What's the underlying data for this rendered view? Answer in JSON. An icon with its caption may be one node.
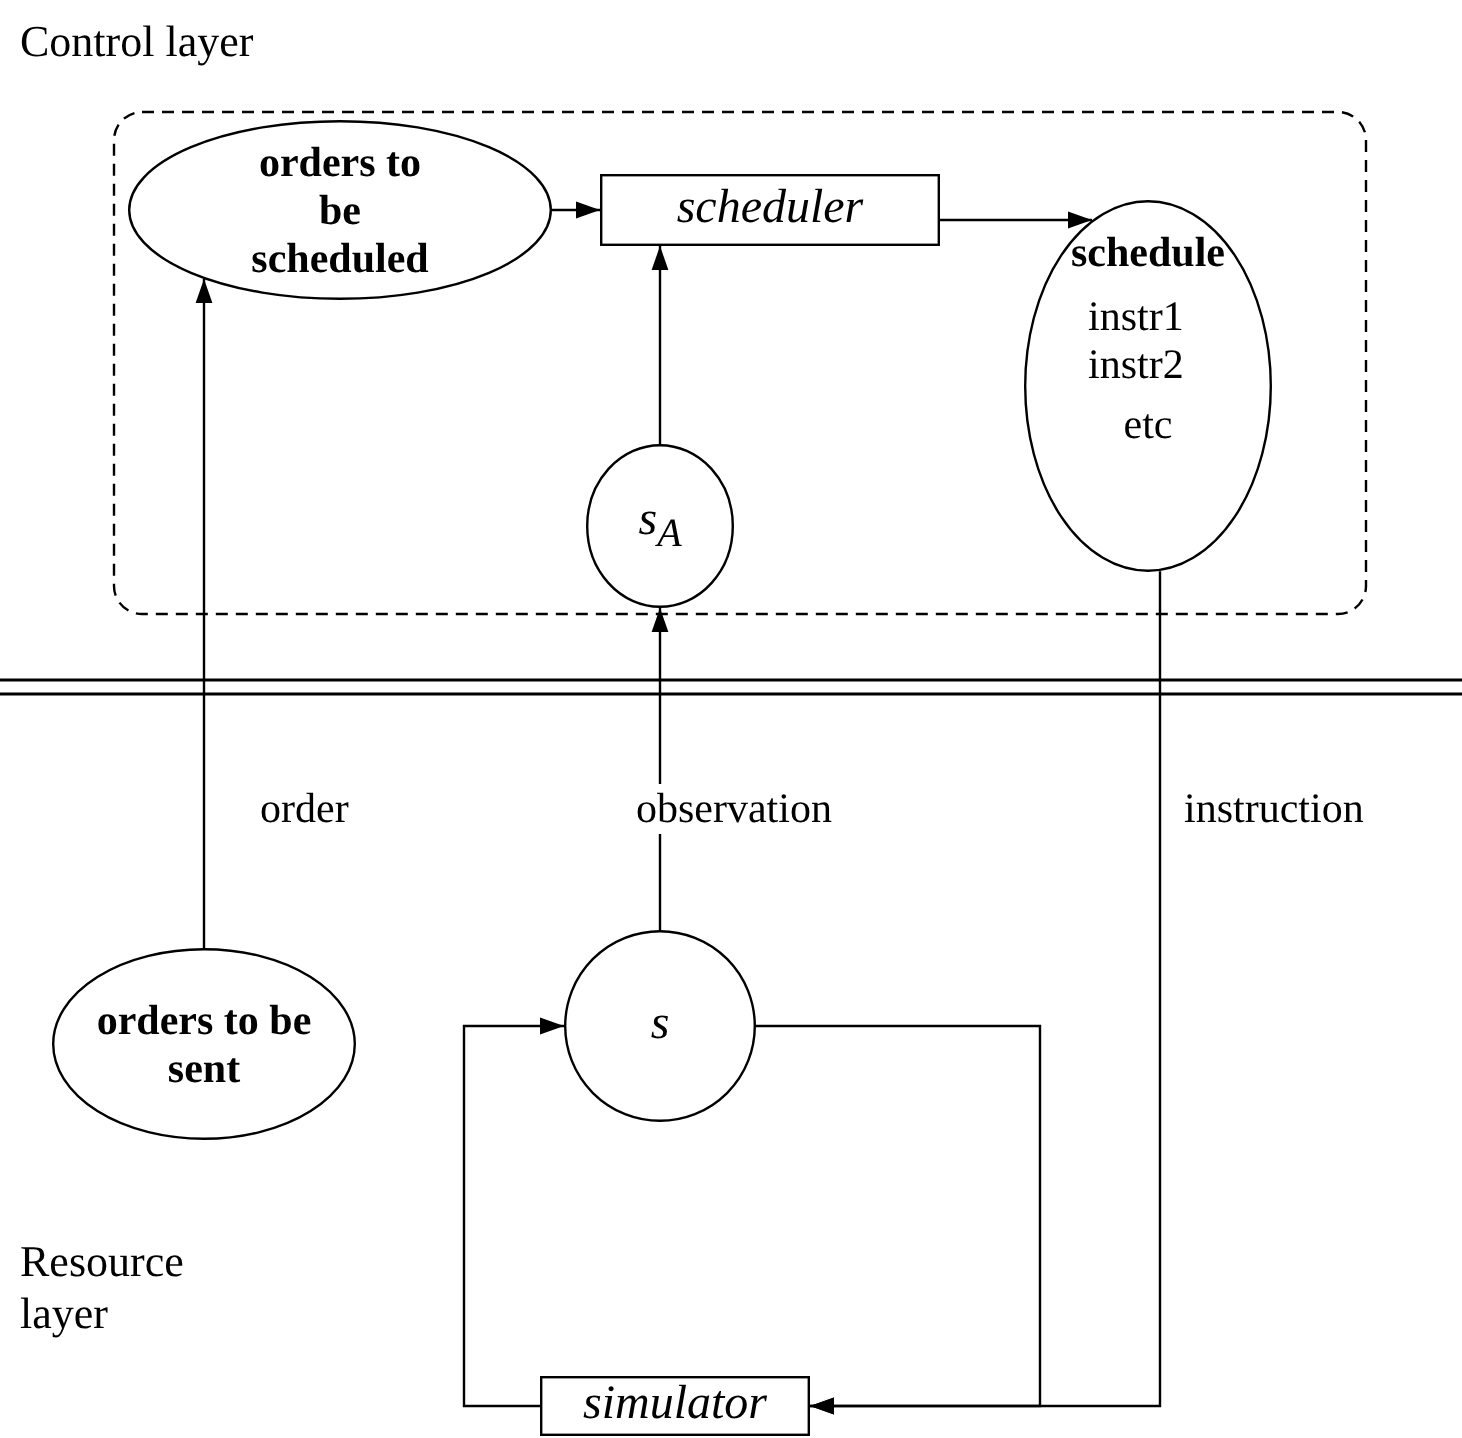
{
  "diagram": {
    "nodes": [
      {
        "text": [
          "Control layer"
        ]
      },
      {
        "text": [
          "orders to be scheduled"
        ],
        "in": 0
      },
      {
        "text": [
          "scheduler"
        ],
        "in": 0
      },
      {
        "text": [
          "schedule",
          "instr1 instr2",
          "etc"
        ],
        "in": 0
      },
      {
        "text": [
          "s$_{A}$"
        ],
        "in": 0
      },
      {
        "text": [
          "orders to be sent"
        ]
      },
      {
        "text": [
          "s"
        ]
      },
      {
        "text": [
          "simulator"
        ]
      }
    ],
    "edges": [
      {
        "from": 1,
        "to": 2,
        "arrow": "to"
      },
      {
        "from": 2,
        "to": 3,
        "arrow": "to"
      },
      {
        "from": 4,
        "to": 2,
        "arrow": "to"
      },
      {
        "from": 5,
        "to": 1,
        "label": "order",
        "arrow": "to"
      },
      {
        "from": 6,
        "to": 4,
        "label": "observation",
        "arrow": "to"
      },
      {
        "from": 3,
        "to": 7,
        "label": "instruction",
        "arrow": "to"
      },
      {
        "from": 6,
        "to": 7,
        "arrow": "to"
      },
      {
        "from": 7,
        "to": 6,
        "arrow": "to"
      }
    ],
    "labels": [
      "Resource layer"
    ]
  }
}
